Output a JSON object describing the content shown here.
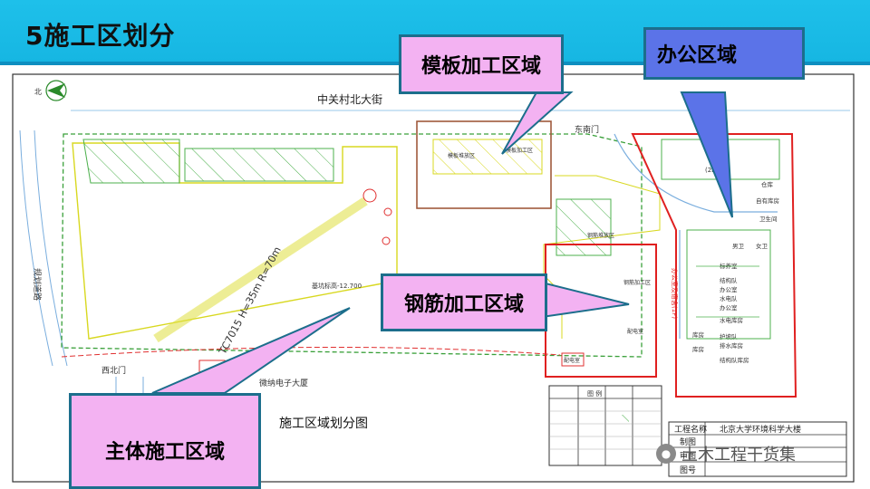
{
  "header": {
    "title": "5施工区划分"
  },
  "plan": {
    "street_top": "中关村北大街",
    "road_left": "规划道路",
    "north": "北",
    "gate_east": "东南门",
    "gate_west": "西北门",
    "building_south": "微纳电子大厦",
    "crane_label": "TC7015 H=35m R=70m",
    "pit_label": "基坑标高-12.700",
    "caption": "施工区域划分图",
    "right_labels": [
      "仓库",
      "自有库房",
      "卫生间",
      "男卫",
      "女卫",
      "标养室",
      "结构队",
      "办公室",
      "水电队",
      "办公室",
      "水电库房",
      "护坡队",
      "排水库房",
      "结构队库房",
      "库房",
      "库房"
    ],
    "office_note": "(2F/1F)",
    "office_vertical": "办公室及宿舍(1F)",
    "yard_labels": [
      "钢筋堆放区",
      "钢筋加工区",
      "配电室",
      "配电室",
      "模板堆放区",
      "模板加工区"
    ],
    "legend_title": "图 例",
    "title_block": {
      "project_label": "工程名称",
      "project_value": "北京大学环境科学大楼",
      "drawn": "制图",
      "check": "审图",
      "number": "图号"
    }
  },
  "callouts": {
    "formwork": "模板加工区域",
    "office": "办公区域",
    "rebar": "钢筋加工区域",
    "main": "主体施工区域"
  },
  "watermark": {
    "text": "土木工程干货集"
  }
}
